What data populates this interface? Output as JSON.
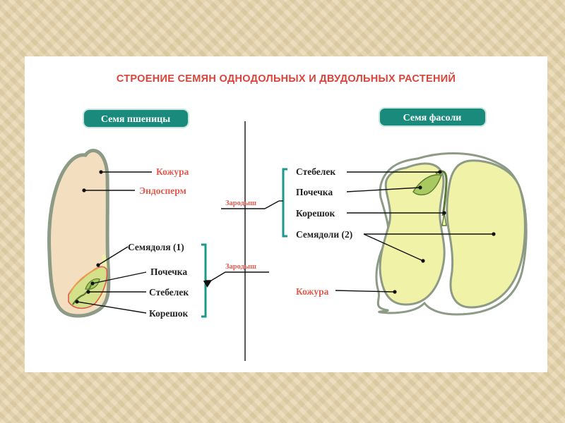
{
  "title": "СТРОЕНИЕ СЕМЯН ОДНОДОЛЬНЫХ И ДВУДОЛЬНЫХ РАСТЕНИЙ",
  "wheat": {
    "badge": "Семя пшеницы",
    "labels": {
      "peel": "Кожура",
      "endosperm": "Эндосперм",
      "cotyledon": "Семядоля (1)",
      "bud": "Почечка",
      "stem": "Стебелек",
      "root": "Корешок"
    },
    "embryo": "Зародыш"
  },
  "bean": {
    "badge": "Семя фасоли",
    "labels": {
      "stem": "Стебелек",
      "bud": "Почечка",
      "root": "Корешок",
      "cotyledons": "Семядоли (2)",
      "peel": "Кожура"
    },
    "embryo": "Зародыш"
  },
  "colors": {
    "title": "#d9443a",
    "badge_fill": "#1a8a7c",
    "bracket": "#1a9a8a",
    "red_label": "#e05a4e",
    "endosperm": "#f3dfc0",
    "cotyledon": "#f0f2a8",
    "embryo_green": "#a8c860",
    "seed_coat": "#8d9a86"
  }
}
